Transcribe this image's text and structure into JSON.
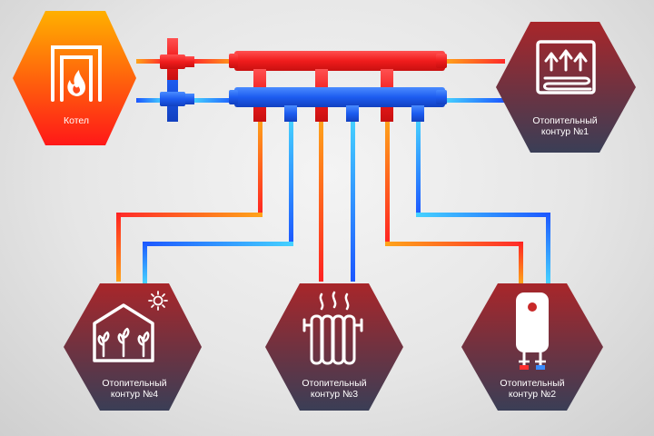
{
  "nodes": {
    "boiler": {
      "label": "Котел"
    },
    "circuit1": {
      "label": "Отопительный\nконтур  №1"
    },
    "circuit2": {
      "label": "Отопительный\nконтур  №2"
    },
    "circuit3": {
      "label": "Отопительный\nконтур  №3"
    },
    "circuit4": {
      "label": "Отопительный\nконтур  №4"
    }
  },
  "colors": {
    "hot": "#ff2a2a",
    "warm": "#ff9a1a",
    "cold": "#1e5bff",
    "cool": "#3ec8ff",
    "boiler_top": "#ffb000",
    "boiler_bottom": "#ff1a1a",
    "node_top": "#a52a2a",
    "node_bottom": "#3b3f55"
  },
  "icons": {
    "boiler": "boiler-flame-icon",
    "circuit1": "underfloor-heating-icon",
    "circuit2": "water-heater-icon",
    "circuit3": "radiator-icon",
    "circuit4": "greenhouse-icon"
  }
}
